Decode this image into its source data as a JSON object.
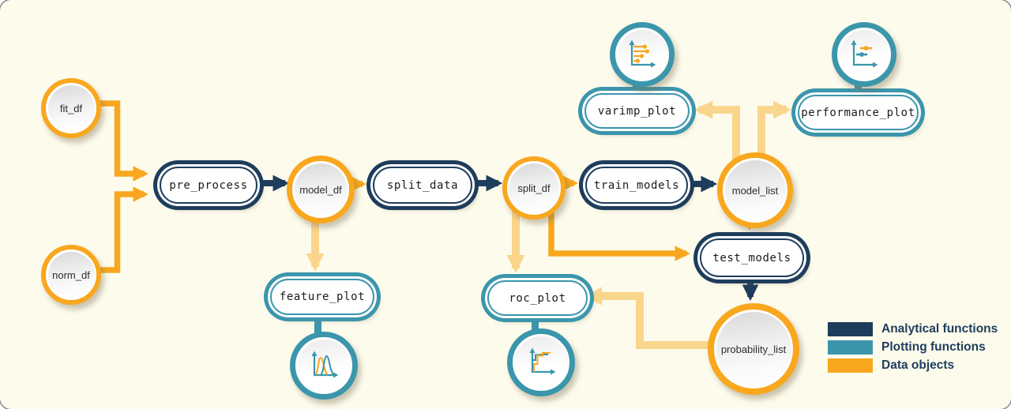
{
  "diagram": {
    "nodes": {
      "fit_df": {
        "label": "fit_df",
        "type": "data-object"
      },
      "norm_df": {
        "label": "norm_df",
        "type": "data-object"
      },
      "pre_process": {
        "label": "pre_process",
        "type": "analytical-function"
      },
      "model_df": {
        "label": "model_df",
        "type": "data-object"
      },
      "split_data": {
        "label": "split_data",
        "type": "analytical-function"
      },
      "split_df": {
        "label": "split_df",
        "type": "data-object"
      },
      "train_models": {
        "label": "train_models",
        "type": "analytical-function"
      },
      "model_list": {
        "label": "model_list",
        "type": "data-object"
      },
      "test_models": {
        "label": "test_models",
        "type": "analytical-function"
      },
      "probability_list": {
        "label": "probability_list",
        "type": "data-object"
      },
      "feature_plot": {
        "label": "feature_plot",
        "type": "plotting-function"
      },
      "varimp_plot": {
        "label": "varimp_plot",
        "type": "plotting-function"
      },
      "performance_plot": {
        "label": "performance_plot",
        "type": "plotting-function"
      },
      "roc_plot": {
        "label": "roc_plot",
        "type": "plotting-function"
      }
    },
    "icons": {
      "varimp_plot": "lollipop-chart-icon",
      "performance_plot": "pointrange-chart-icon",
      "feature_plot": "density-plot-icon",
      "roc_plot": "roc-curve-icon"
    },
    "edges": [
      {
        "from": "fit_df",
        "to": "pre_process",
        "style": "data"
      },
      {
        "from": "norm_df",
        "to": "pre_process",
        "style": "data"
      },
      {
        "from": "pre_process",
        "to": "model_df",
        "style": "analytical"
      },
      {
        "from": "model_df",
        "to": "split_data",
        "style": "data"
      },
      {
        "from": "split_data",
        "to": "split_df",
        "style": "analytical"
      },
      {
        "from": "split_df",
        "to": "train_models",
        "style": "data"
      },
      {
        "from": "train_models",
        "to": "model_list",
        "style": "analytical"
      },
      {
        "from": "model_list",
        "to": "test_models",
        "style": "data"
      },
      {
        "from": "split_df",
        "to": "test_models",
        "style": "data"
      },
      {
        "from": "test_models",
        "to": "probability_list",
        "style": "analytical"
      },
      {
        "from": "model_df",
        "to": "feature_plot",
        "style": "data-light"
      },
      {
        "from": "split_df",
        "to": "roc_plot",
        "style": "data-light"
      },
      {
        "from": "model_list",
        "to": "varimp_plot",
        "style": "data-light"
      },
      {
        "from": "model_list",
        "to": "performance_plot",
        "style": "data-light"
      },
      {
        "from": "probability_list",
        "to": "roc_plot",
        "style": "data-light"
      }
    ],
    "legend": {
      "analytical": "Analytical functions",
      "plotting": "Plotting functions",
      "data": "Data objects"
    },
    "colors": {
      "analytical": "#1E3D5C",
      "plotting": "#3B96AC",
      "data_object": "#F8A71E",
      "data_flow_light": "#FAD58C",
      "background": "#FDFBEC"
    }
  }
}
